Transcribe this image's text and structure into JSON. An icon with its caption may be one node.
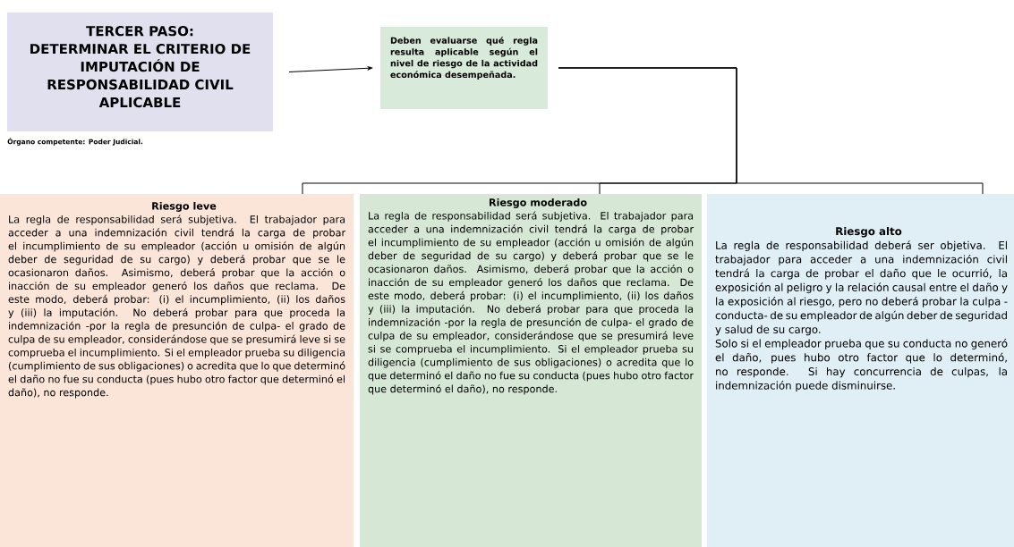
{
  "diagram": {
    "nodes": [
      {
        "text": [
          "TERCER PASO:",
          "DETERMINAR EL CRITERIO DE IMPUTACIÓN DE RESPONSABILIDAD CIVIL APLICABLE"
        ],
        "beside": [
          "Órgano competente: Poder Judicial."
        ]
      },
      {
        "text": [
          "Deben evaluarse qué regla resulta aplicable según el nivel de riesgo de la actividad económica desempeñada."
        ]
      },
      {
        "text": [
          "Riesgo leve",
          "La regla de responsabilidad será subjetiva. El trabajador para acceder a una indemnización civil tendrá la carga de probar el incumplimiento de su empleador (acción u omisión de algún deber de seguridad de su cargo) y deberá probar que se le ocasionaron daños. Asimismo, deberá probar que la acción o inacción de su empleador generó los daños que reclama. De este modo, deberá probar: (i) el incumplimiento, (ii) los daños y (iii) la imputación. No deberá probar para que proceda la indemnización -por la regla de presunción de culpa- el grado de culpa de su empleador, considerándose que se presumirá leve si se comprueba el incumplimiento. Si el empleador prueba su diligencia (cumplimiento de sus obligaciones) o acredita que lo que determinó el daño no fue su conducta (pues hubo otro factor que determinó el daño), no responde."
        ]
      },
      {
        "text": [
          "Riesgo moderado",
          "La regla de responsabilidad será subjetiva. El trabajador para acceder a una indemnización civil tendrá la carga de probar el incumplimiento de su empleador (acción u omisión de algún deber de seguridad de su cargo) y deberá probar que se le ocasionaron daños. Asimismo, deberá probar que la acción o inacción de su empleador generó los daños que reclama. De este modo, deberá probar: (i) el incumplimiento, (ii) los daños y (iii) la imputación. No deberá probar para que proceda la indemnización -por la regla de presunción de culpa- el grado de culpa de su empleador, considerándose que se presumirá leve si se comprueba el incumplimiento. Si el empleador prueba su diligencia (cumplimiento de sus obligaciones) o acredita que lo que determinó el daño no fue su conducta (pues hubo otro factor que determinó el daño), no responde."
        ]
      },
      {
        "text": [
          "Riesgo alto",
          "La regla de responsabilidad deberá ser objetiva. El trabajador para acceder a una indemnización civil tendrá la carga de probar el daño que le ocurrió, la exposición al peligro y la relación causal entre el daño y la exposición al riesgo, pero no deberá probar la culpa -conducta- de su empleador de algún deber de seguridad y salud de su cargo.",
          "Solo si el empleador prueba que su conducta no generó el daño, pues hubo otro factor que lo determinó, no responde. Si hay concurrencia de culpas, la indemnización puede disminuirse."
        ]
      }
    ],
    "edges": [
      {
        "from": 0,
        "to": 1,
        "arrow": "to"
      },
      {
        "from": 1,
        "to": 2,
        "arrow": "none"
      },
      {
        "from": 1,
        "to": 3,
        "arrow": "none"
      },
      {
        "from": 1,
        "to": 4,
        "arrow": "none"
      }
    ]
  }
}
